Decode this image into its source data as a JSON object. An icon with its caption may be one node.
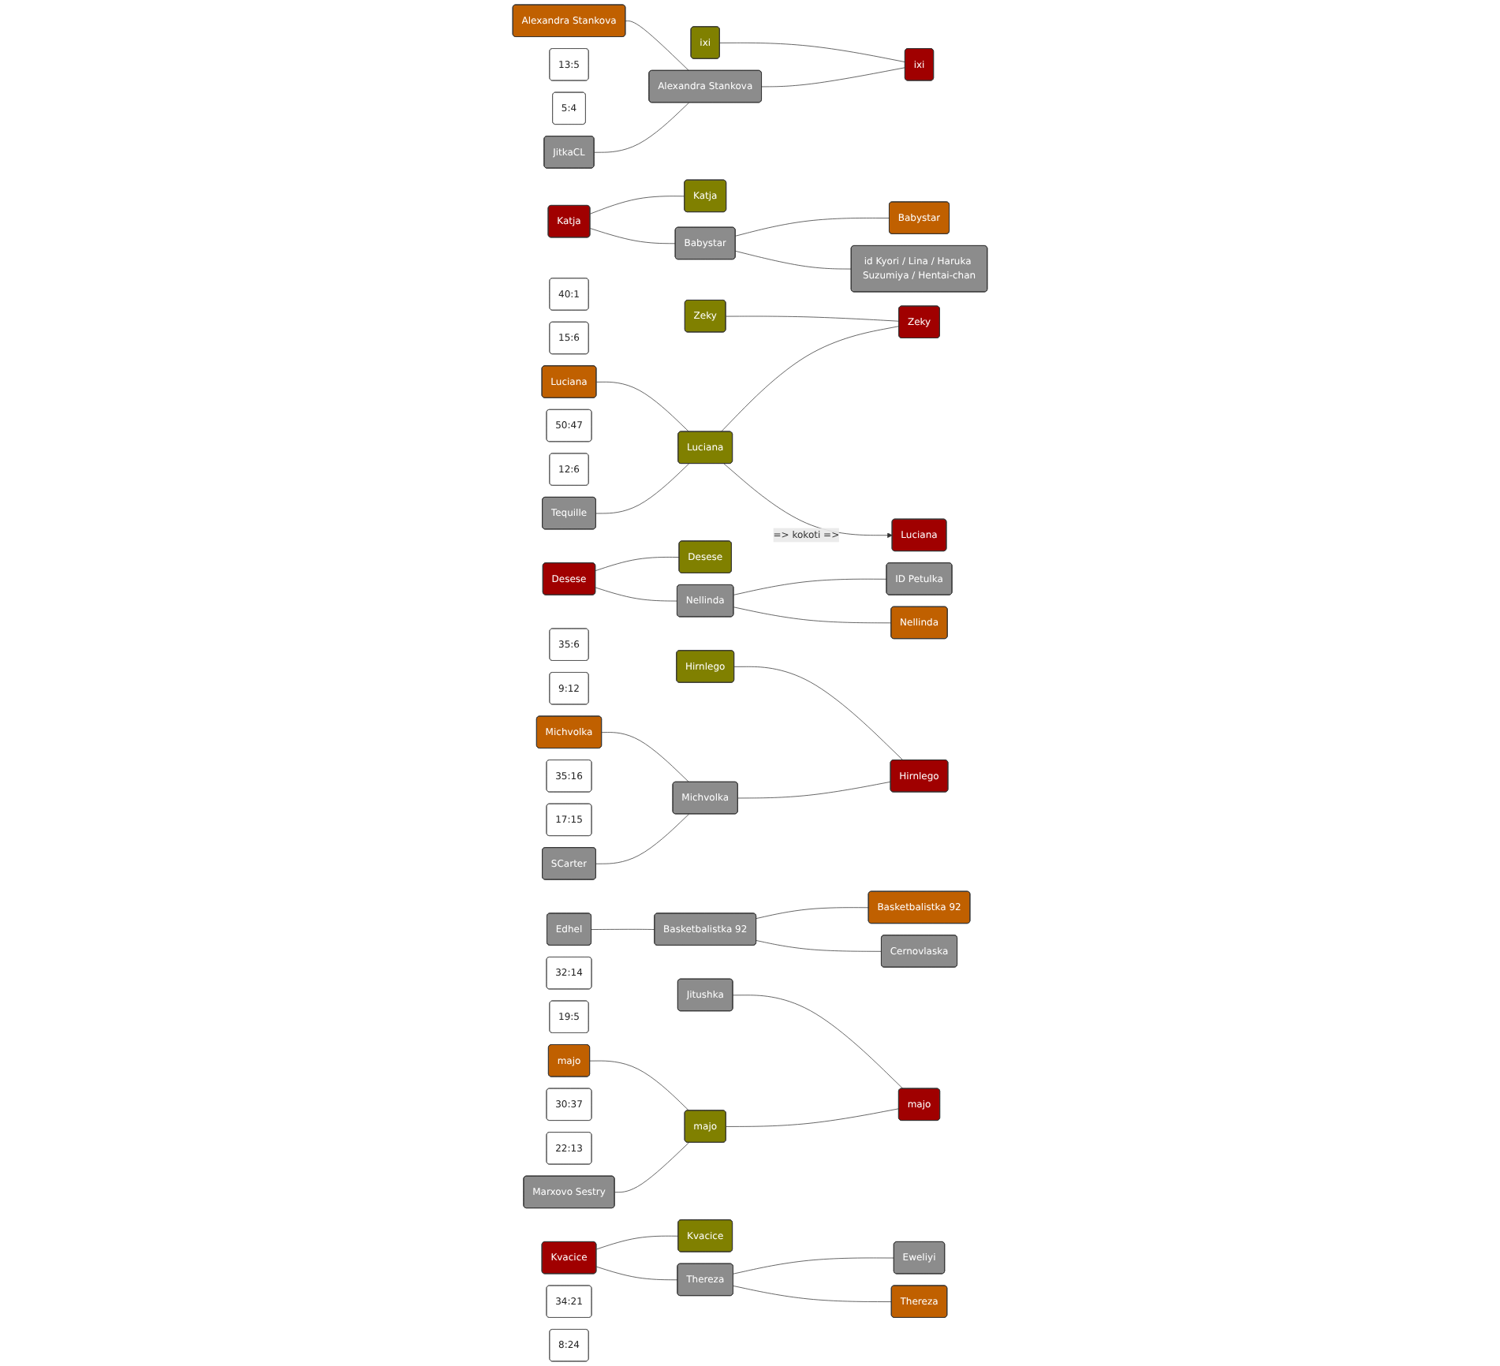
{
  "diagram": {
    "nodes": [
      {
        "text": [
          "ixi"
        ]
      },
      {
        "text": [
          "Alexandra Stankova"
        ]
      },
      {
        "text": [
          "13:5"
        ]
      },
      {
        "text": [
          "ixi"
        ]
      },
      {
        "text": [
          "5:4"
        ]
      },
      {
        "text": [
          "Alexandra Stankova"
        ]
      },
      {
        "text": [
          "JitkaCL"
        ]
      },
      {
        "text": [
          "Katja"
        ]
      },
      {
        "text": [
          "Katja"
        ]
      },
      {
        "text": [
          "40:1"
        ]
      },
      {
        "text": [
          "Babystar"
        ]
      },
      {
        "text": [
          "Babystar"
        ]
      },
      {
        "text": [
          "15:6"
        ]
      },
      {
        "text": [
          "id Kyori / Lina / Haruka Suzumiya / Hentai-chan"
        ]
      },
      {
        "text": [
          "Zeky"
        ]
      },
      {
        "text": [
          "Luciana"
        ]
      },
      {
        "text": [
          "50:47"
        ]
      },
      {
        "text": [
          "Zeky"
        ]
      },
      {
        "text": [
          "12:6"
        ]
      },
      {
        "text": [
          "Luciana"
        ]
      },
      {
        "text": [
          "Tequille"
        ]
      },
      {
        "text": [
          "Desese"
        ]
      },
      {
        "text": [
          "Desese"
        ]
      },
      {
        "text": [
          "ID Petulka"
        ]
      },
      {
        "text": [
          "35:6"
        ]
      },
      {
        "text": [
          "Nellinda"
        ]
      },
      {
        "text": [
          "9:12"
        ]
      },
      {
        "text": [
          "Nellinda"
        ]
      },
      {
        "text": [
          "Hirnlego"
        ]
      },
      {
        "text": [
          "Michvolka"
        ]
      },
      {
        "text": [
          "35:16"
        ]
      },
      {
        "text": [
          "Hirnlego"
        ]
      },
      {
        "text": [
          "17:15"
        ]
      },
      {
        "text": [
          "Michvolka"
        ]
      },
      {
        "text": [
          "SCarter"
        ]
      },
      {
        "text": [
          "Edhel"
        ]
      },
      {
        "text": [
          "Luciana"
        ]
      },
      {
        "text": [
          "32:14"
        ]
      },
      {
        "text": [
          "Basketbalistka 92"
        ]
      },
      {
        "text": [
          "Basketbalistka 92"
        ]
      },
      {
        "text": [
          "19:5"
        ]
      },
      {
        "text": [
          "Cernovlaska"
        ]
      },
      {
        "text": [
          "Jitushka"
        ]
      },
      {
        "text": [
          "majo"
        ]
      },
      {
        "text": [
          "30:37"
        ]
      },
      {
        "text": [
          "majo"
        ]
      },
      {
        "text": [
          "22:13"
        ]
      },
      {
        "text": [
          "majo"
        ]
      },
      {
        "text": [
          "Marxovo Sestry"
        ]
      },
      {
        "text": [
          "Kvacice"
        ]
      },
      {
        "text": [
          "Kvacice"
        ]
      },
      {
        "text": [
          "34:21"
        ]
      },
      {
        "text": [
          "Eweliyi"
        ]
      },
      {
        "text": [
          "Thereza"
        ]
      },
      {
        "text": [
          "8:24"
        ]
      },
      {
        "text": [
          "Thereza"
        ]
      }
    ],
    "edges": [
      {
        "from": 1,
        "to": 5,
        "arrow": "none"
      },
      {
        "from": 6,
        "to": 5,
        "arrow": "none"
      },
      {
        "from": 0,
        "to": 3,
        "arrow": "none"
      },
      {
        "from": 5,
        "to": 3,
        "arrow": "none"
      },
      {
        "from": 8,
        "to": 7,
        "arrow": "none"
      },
      {
        "from": 8,
        "to": 10,
        "arrow": "none"
      },
      {
        "from": 10,
        "to": 11,
        "arrow": "none"
      },
      {
        "from": 10,
        "to": 13,
        "arrow": "none"
      },
      {
        "from": 15,
        "to": 19,
        "arrow": "none"
      },
      {
        "from": 20,
        "to": 19,
        "arrow": "none"
      },
      {
        "from": 14,
        "to": 17,
        "arrow": "none"
      },
      {
        "from": 19,
        "to": 17,
        "arrow": "none"
      },
      {
        "from": 22,
        "to": 21,
        "arrow": "none"
      },
      {
        "from": 22,
        "to": 25,
        "arrow": "none"
      },
      {
        "from": 25,
        "to": 23,
        "arrow": "none"
      },
      {
        "from": 25,
        "to": 27,
        "arrow": "none"
      },
      {
        "from": 29,
        "to": 33,
        "arrow": "none"
      },
      {
        "from": 34,
        "to": 33,
        "arrow": "none"
      },
      {
        "from": 28,
        "to": 31,
        "arrow": "none"
      },
      {
        "from": 33,
        "to": 31,
        "arrow": "none"
      },
      {
        "from": 19,
        "to": 36,
        "arrow": "to",
        "label": "=> kokoti =>"
      },
      {
        "from": 35,
        "to": 39,
        "arrow": "none"
      },
      {
        "from": 39,
        "to": 38,
        "arrow": "none"
      },
      {
        "from": 39,
        "to": 41,
        "arrow": "none"
      },
      {
        "from": 43,
        "to": 47,
        "arrow": "none"
      },
      {
        "from": 48,
        "to": 47,
        "arrow": "none"
      },
      {
        "from": 42,
        "to": 45,
        "arrow": "none"
      },
      {
        "from": 47,
        "to": 45,
        "arrow": "none"
      },
      {
        "from": 50,
        "to": 49,
        "arrow": "none"
      },
      {
        "from": 50,
        "to": 53,
        "arrow": "none"
      },
      {
        "from": 53,
        "to": 52,
        "arrow": "none"
      },
      {
        "from": 53,
        "to": 55,
        "arrow": "none"
      }
    ]
  }
}
